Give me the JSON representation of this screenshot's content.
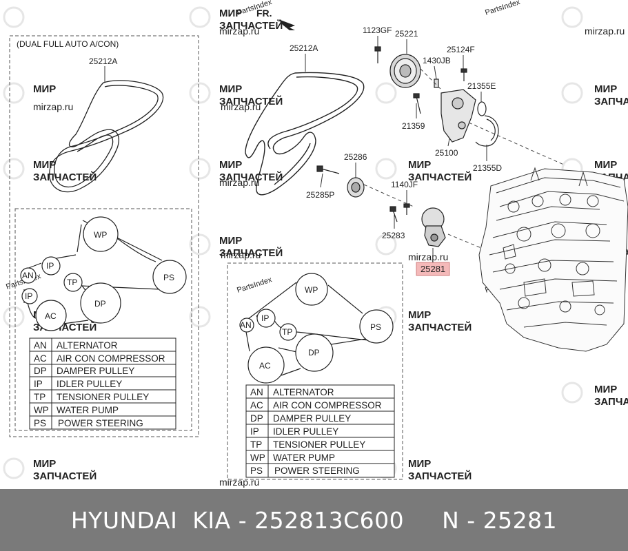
{
  "diagram": {
    "fr_label": "FR.",
    "section_title": "(DUAL FULL AUTO A/CON)",
    "belt_left": "25212A",
    "belt_main": "25212A",
    "parts": {
      "p1123GF": "1123GF",
      "p25221": "25221",
      "p1430JB": "1430JB",
      "p25124F": "25124F",
      "p21355E": "21355E",
      "p21359": "21359",
      "p25100": "25100",
      "p21355D": "21355D",
      "p25286": "25286",
      "p25285P": "25285P",
      "p1140JF": "1140JF",
      "p25283": "25283",
      "p25281": "25281"
    },
    "pulleys_left": {
      "wp": "WP",
      "ip1": "IP",
      "an": "AN",
      "ip2": "IP",
      "tp": "TP",
      "ps": "PS",
      "dp": "DP",
      "ac": "AC"
    },
    "pulleys_right": {
      "wp": "WP",
      "an": "AN",
      "ip": "IP",
      "tp": "TP",
      "ps": "PS",
      "dp": "DP",
      "ac": "AC"
    },
    "legend_left": [
      {
        "code": "AN",
        "name": "ALTERNATOR"
      },
      {
        "code": "AC",
        "name": "AIR CON COMPRESSOR"
      },
      {
        "code": "DP",
        "name": "DAMPER PULLEY"
      },
      {
        "code": "IP",
        "name": "IDLER PULLEY"
      },
      {
        "code": "TP",
        "name": "TENSIONER PULLEY"
      },
      {
        "code": "WP",
        "name": "WATER PUMP"
      },
      {
        "code": "PS",
        "name": "POWER STEERING"
      }
    ],
    "legend_right": [
      {
        "code": "AN",
        "name": "ALTERNATOR"
      },
      {
        "code": "AC",
        "name": "AIR CON COMPRESSOR"
      },
      {
        "code": "DP",
        "name": "DAMPER PULLEY"
      },
      {
        "code": "IP",
        "name": "IDLER PULLEY"
      },
      {
        "code": "TP",
        "name": "TENSIONER PULLEY"
      },
      {
        "code": "WP",
        "name": "WATER PUMP"
      },
      {
        "code": "PS",
        "name": "POWER STEERING"
      }
    ],
    "highlight_color": "#f4b9b9"
  },
  "watermarks": {
    "ru_line1": "МИР",
    "ru_line2": "ЗАПЧАСТЕЙ",
    "site": "mirzap.ru",
    "partsindex": "PartsIndex"
  },
  "footer": {
    "text": "HYUNDAI  KIA - 252813C600     N - 25281"
  }
}
